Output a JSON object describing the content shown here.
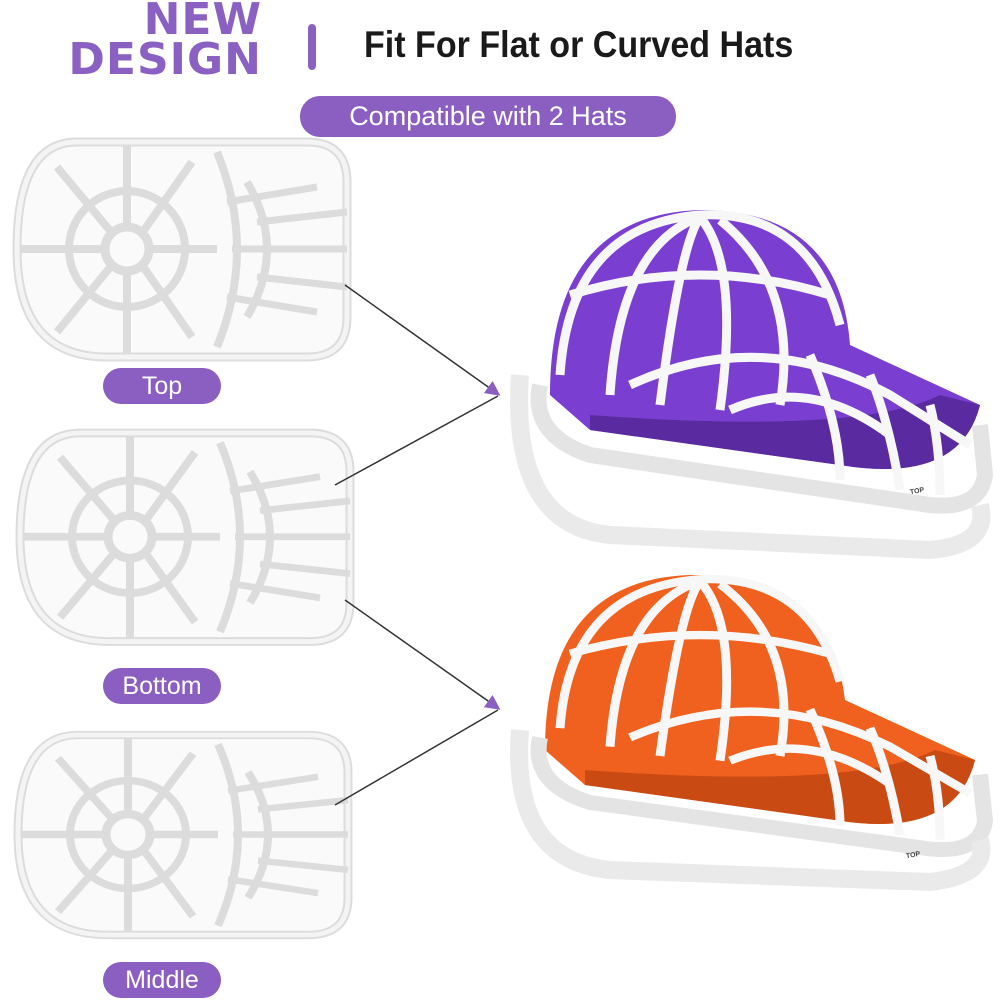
{
  "headline": {
    "line1": "NEW",
    "line2": "DESIGN"
  },
  "title": "Fit For Flat or Curved Hats",
  "subtitle_pill": "Compatible with 2 Hats",
  "parts": [
    {
      "label": "Top"
    },
    {
      "label": "Bottom"
    },
    {
      "label": "Middle"
    }
  ],
  "cage_stamp": "TOP",
  "colors": {
    "accent": "#8a5fc1",
    "hat1": "#7a3fd0",
    "hat2": "#f0601e",
    "frame": "#f2f2f2"
  }
}
